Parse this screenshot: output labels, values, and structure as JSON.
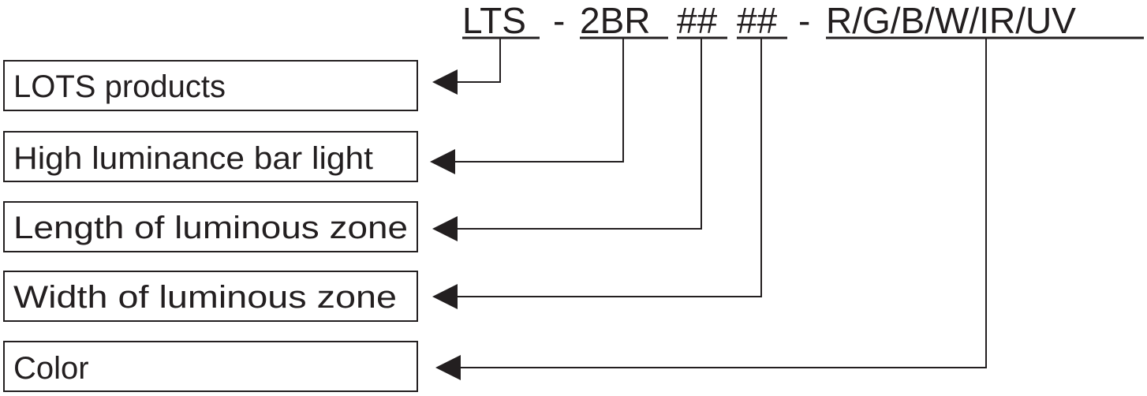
{
  "model_code": {
    "segments": [
      {
        "id": "lts",
        "text": "LTS"
      },
      {
        "id": "sep1",
        "text": "-"
      },
      {
        "id": "type",
        "text": "2BR"
      },
      {
        "id": "length",
        "text": "##"
      },
      {
        "id": "width",
        "text": "##"
      },
      {
        "id": "sep2",
        "text": "-"
      },
      {
        "id": "color",
        "text": "R/G/B/W/IR/UV"
      }
    ]
  },
  "labels": [
    {
      "id": "lots-products",
      "text": "LOTS products"
    },
    {
      "id": "bar-light",
      "text": "High luminance bar light"
    },
    {
      "id": "length-zone",
      "text": "Length of luminous zone"
    },
    {
      "id": "width-zone",
      "text": "Width of luminous zone"
    },
    {
      "id": "color",
      "text": "Color"
    }
  ],
  "colors": {
    "ink": "#231f20",
    "background": "#ffffff"
  }
}
